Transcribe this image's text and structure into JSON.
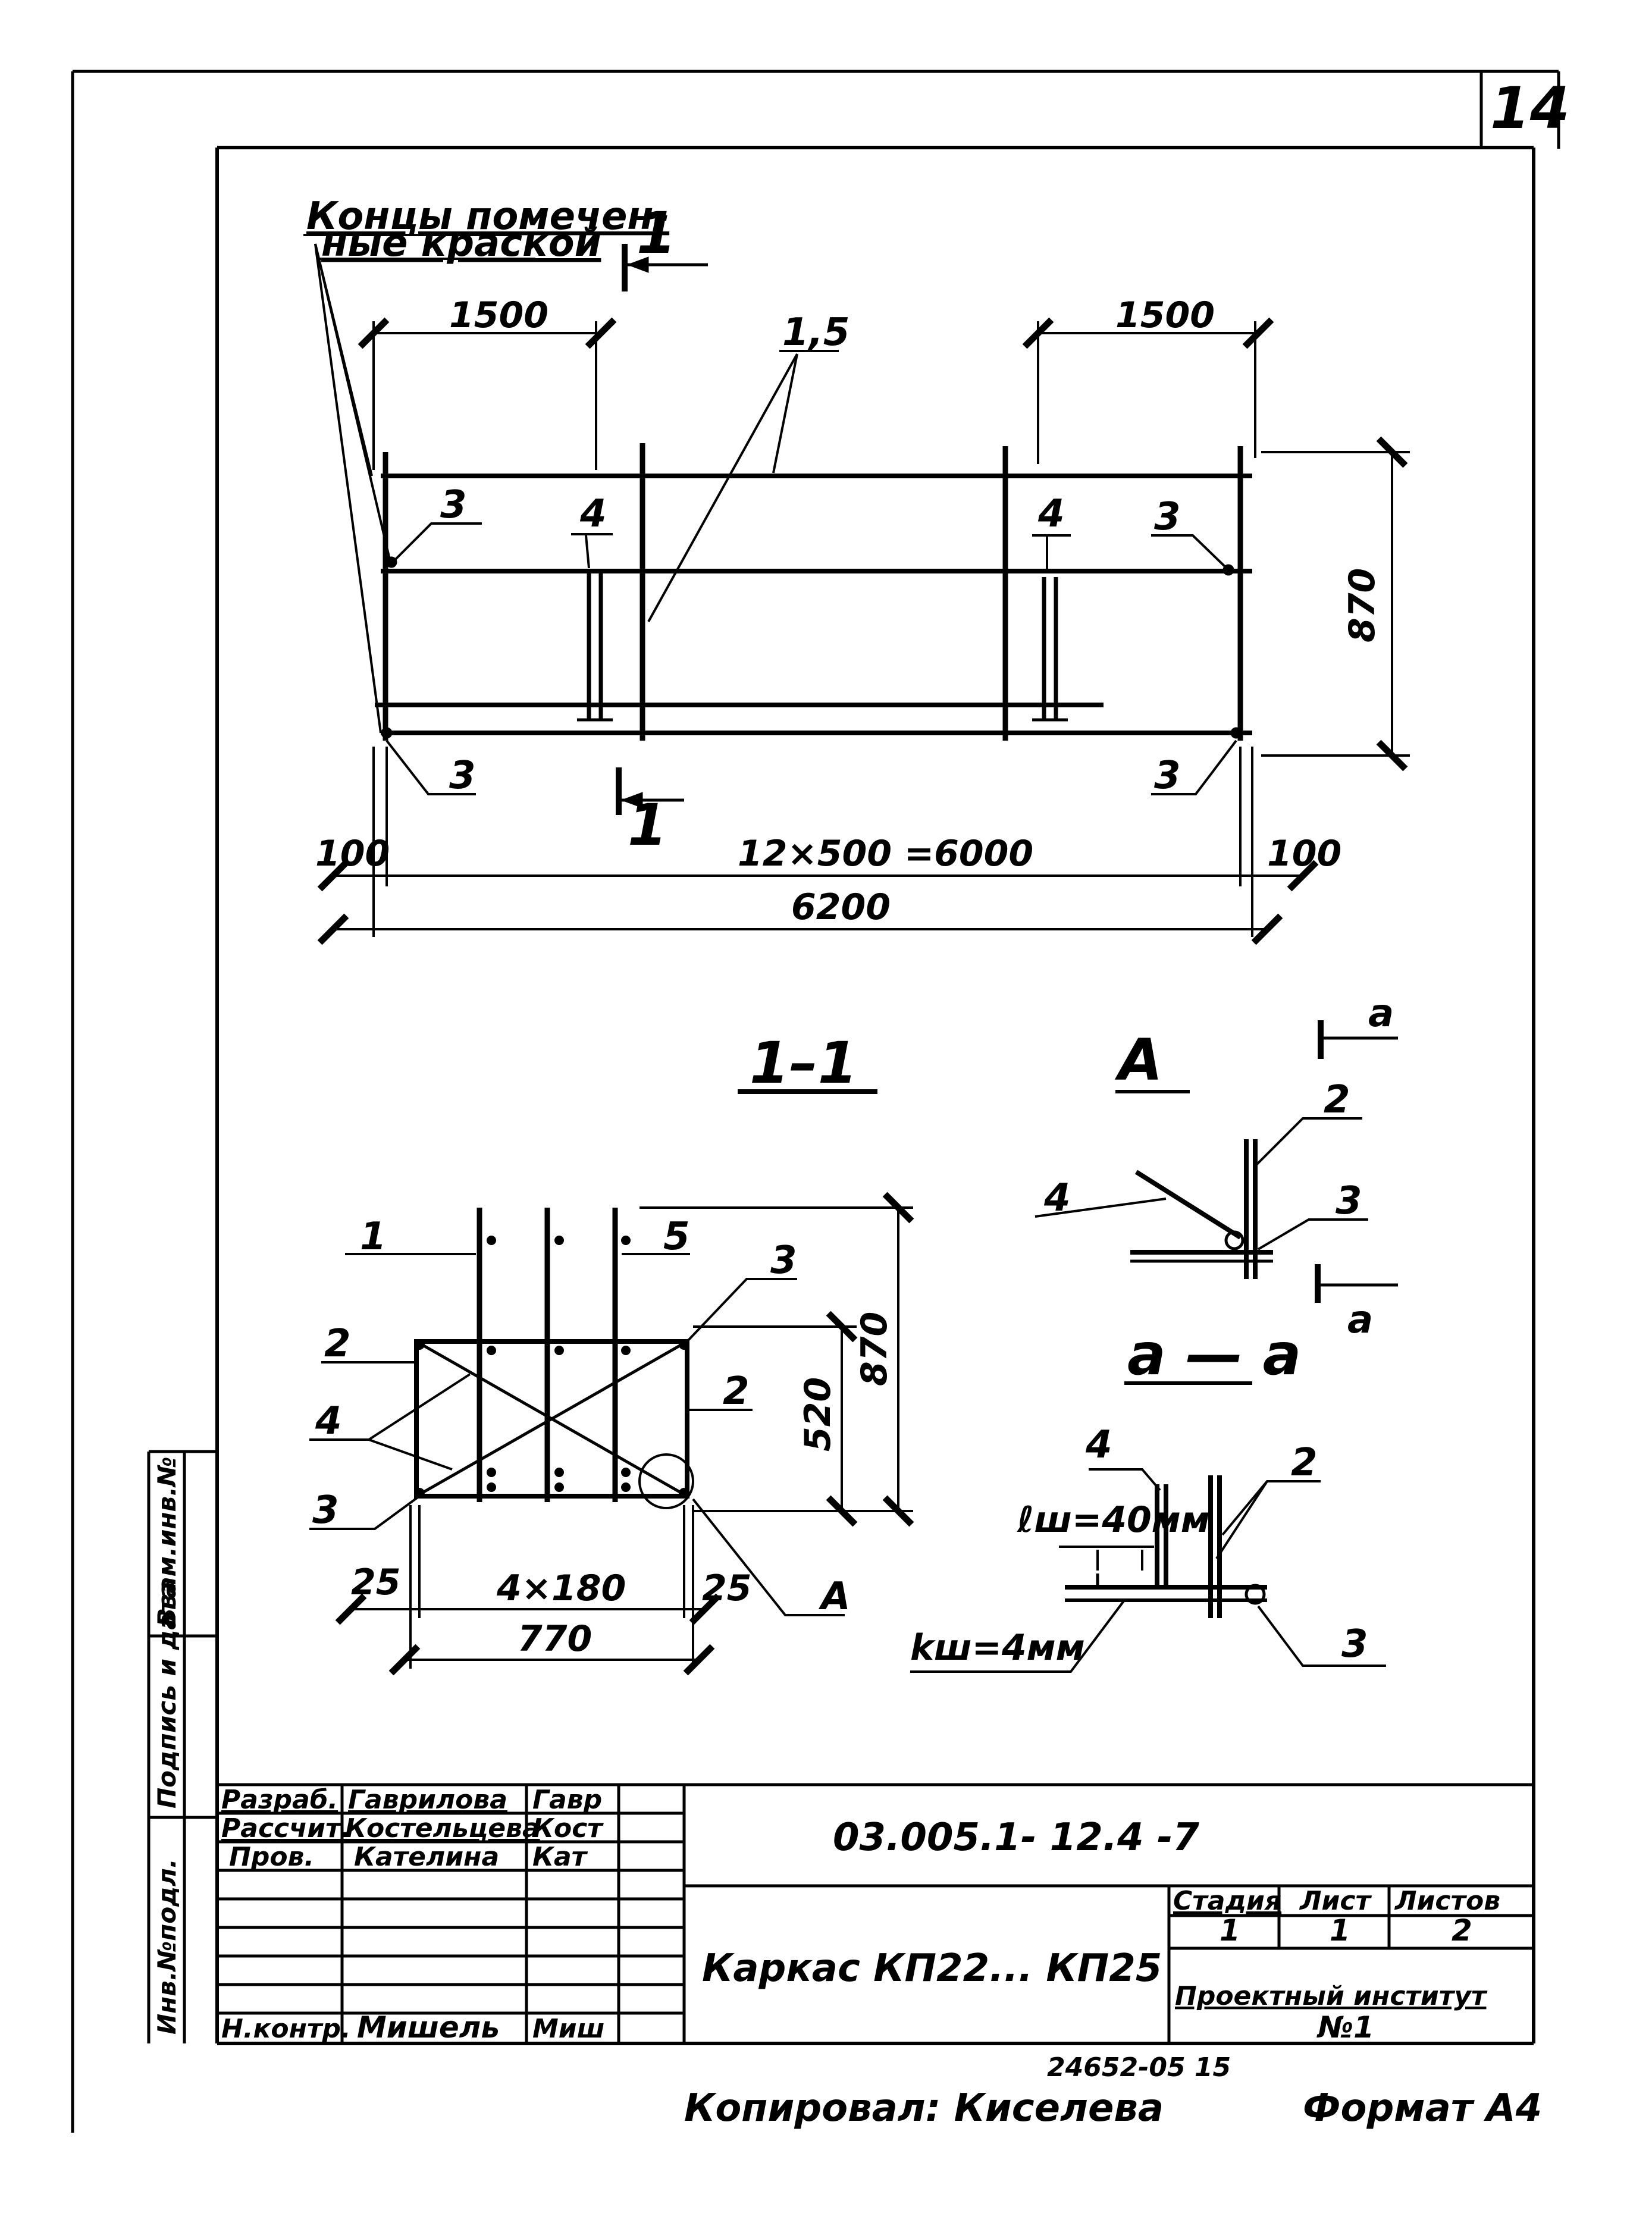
{
  "sheet_number": "14",
  "plan": {
    "note_line1": "Концы помечен-",
    "note_line2": "ные краской",
    "section_mark": "1",
    "dim_left_span": "1500",
    "dim_right_span": "1500",
    "leader_1_5": "1,5",
    "callout_3": "3",
    "callout_4": "4",
    "dim_height": "870",
    "dim_end": "100",
    "dim_spacing": "12×500 =6000",
    "dim_total": "6200"
  },
  "section_1_1": {
    "title": "1–1",
    "lbl_1": "1",
    "lbl_2": "2",
    "lbl_3": "3",
    "lbl_4": "4",
    "lbl_5": "5",
    "lbl_A": "A",
    "dim_520": "520",
    "dim_870": "870",
    "dim_25": "25",
    "dim_4x180": "4×180",
    "dim_770": "770"
  },
  "detail_A": {
    "title": "A",
    "cut": "a",
    "lbl_2": "2",
    "lbl_3": "3",
    "lbl_4": "4"
  },
  "section_a_a": {
    "title": "a — a",
    "lbl_2": "2",
    "lbl_3": "3",
    "lbl_4": "4",
    "weld_length": "ℓш=40мм",
    "weld_leg": "kш=4мм"
  },
  "side_stamp": [
    "Инв.№подл.",
    "Подпись и дата",
    "Взам.инв.№"
  ],
  "title_block": {
    "roles": [
      "Разраб.",
      "Рассчит.",
      "Пров.",
      "Н.контр."
    ],
    "names": [
      "Гаврилова",
      "Костельцева",
      "Кателина",
      "Мишель"
    ],
    "signatures": [
      "Гавр",
      "Кост",
      "Кат",
      "Миш"
    ],
    "doc_code": "03.005.1- 12.4 -7",
    "name": "Каркас КП22... КП25",
    "stage_hdr": "Стадия",
    "sheet_hdr": "Лист",
    "sheets_hdr": "Листов",
    "stage": "1",
    "sheet": "1",
    "sheets": "2",
    "org_line1": "Проектный институт",
    "org_line2": "№1"
  },
  "footer": {
    "copied_by": "Копировал: Киселева",
    "inv_number": "24652-05  15",
    "format": "Формат А4"
  }
}
